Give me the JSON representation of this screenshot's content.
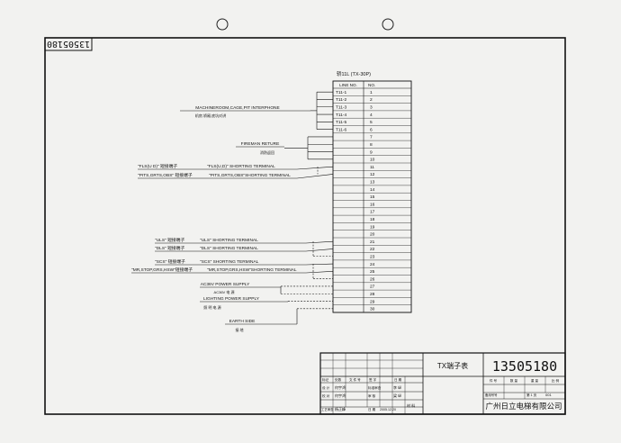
{
  "drawing_number": "13505180",
  "drawing_number_rotated": "13505180",
  "terminal_block": {
    "name": "轿11L (TX-30P)",
    "column_line": "LINE NO.",
    "column_no": "NO.",
    "rows": [
      {
        "line": "T11-1",
        "no": "1"
      },
      {
        "line": "T11-2",
        "no": "2"
      },
      {
        "line": "T11-3",
        "no": "3"
      },
      {
        "line": "T11-4",
        "no": "4"
      },
      {
        "line": "T11-5",
        "no": "5"
      },
      {
        "line": "T11-6",
        "no": "6"
      },
      {
        "line": "",
        "no": "7"
      },
      {
        "line": "",
        "no": "8"
      },
      {
        "line": "",
        "no": "9"
      },
      {
        "line": "",
        "no": "10"
      },
      {
        "line": "",
        "no": "11"
      },
      {
        "line": "",
        "no": "12"
      },
      {
        "line": "",
        "no": "13"
      },
      {
        "line": "",
        "no": "14"
      },
      {
        "line": "",
        "no": "15"
      },
      {
        "line": "",
        "no": "16"
      },
      {
        "line": "",
        "no": "17"
      },
      {
        "line": "",
        "no": "18"
      },
      {
        "line": "",
        "no": "19"
      },
      {
        "line": "",
        "no": "20"
      },
      {
        "line": "",
        "no": "21"
      },
      {
        "line": "",
        "no": "22"
      },
      {
        "line": "",
        "no": "23"
      },
      {
        "line": "",
        "no": "24"
      },
      {
        "line": "",
        "no": "25"
      },
      {
        "line": "",
        "no": "26"
      },
      {
        "line": "",
        "no": "27"
      },
      {
        "line": "",
        "no": "28"
      },
      {
        "line": "",
        "no": "29"
      },
      {
        "line": "",
        "no": "30"
      }
    ]
  },
  "labels": {
    "interphone": "MACHINEROOM,CAGE,PIT INTERPHONE",
    "interphone_cn": "机房,轿厢,底坑对讲",
    "fireman": "FIREMAN RETURE",
    "fireman_cn": "消防返回",
    "fls_left": "\"FLS(U D)\" 短接端子",
    "fls_right": "\"FLS(U,D)\" SHORTING TERMINAL",
    "pits_left": "\"PITS,GRTS,OBS\" 短接端子",
    "pits_right": "\"PITS,GRTS,OBS\"SHORTING TERMINAL",
    "uls_left": "\"ULS\" 短接端子",
    "uls_right": "\"ULS\" SHORTING TERMINAL",
    "dls_left": "\"DLS\" 短接端子",
    "dls_right": "\"DLS\" SHORTING TERMINAL",
    "scs_left": "\"SCS\" 短接端子",
    "scs_right": "\"SCS\" SHORTING TERMINAL",
    "mr_left": "\"MR,STOP,GRS,HSW\"短接端子",
    "mr_right": "\"MR,STOP,GRS,HSW\"SHORTING TERMINAL",
    "ac36": "AC36V POWER SUPPLY",
    "ac36_cn": "AC36V 电 源",
    "lighting": "LIGHTING POWER SUPPLY",
    "lighting_cn": "照 明 电 源",
    "earth": "EARTH SIDE",
    "earth_cn": "接 地"
  },
  "title_block": {
    "title": "TX端子表",
    "number": "13505180",
    "company": "广州日立电梯有限公司",
    "rev_headers": [
      "标记",
      "处数",
      "文 件 号",
      "签 字",
      "日 期"
    ],
    "row_design": [
      "设 计",
      "何宇鸿",
      "标准审查",
      "李 纵"
    ],
    "row_check": [
      "校 对",
      "何宇鸿",
      "审 核",
      "梁 纵"
    ],
    "row_process": [
      "工艺审查",
      "杨正峰",
      "日 期",
      "2005.12.20",
      "材 料"
    ],
    "right_headers": [
      "件 号",
      "数 量",
      "重 量",
      "比 例"
    ],
    "sheet_label": "第 1 页",
    "sheet_total": "共 1 页",
    "plan_no": "备用号号",
    "code": "001"
  },
  "colors": {
    "paper": "#f2f2f0",
    "ink": "#111111"
  }
}
